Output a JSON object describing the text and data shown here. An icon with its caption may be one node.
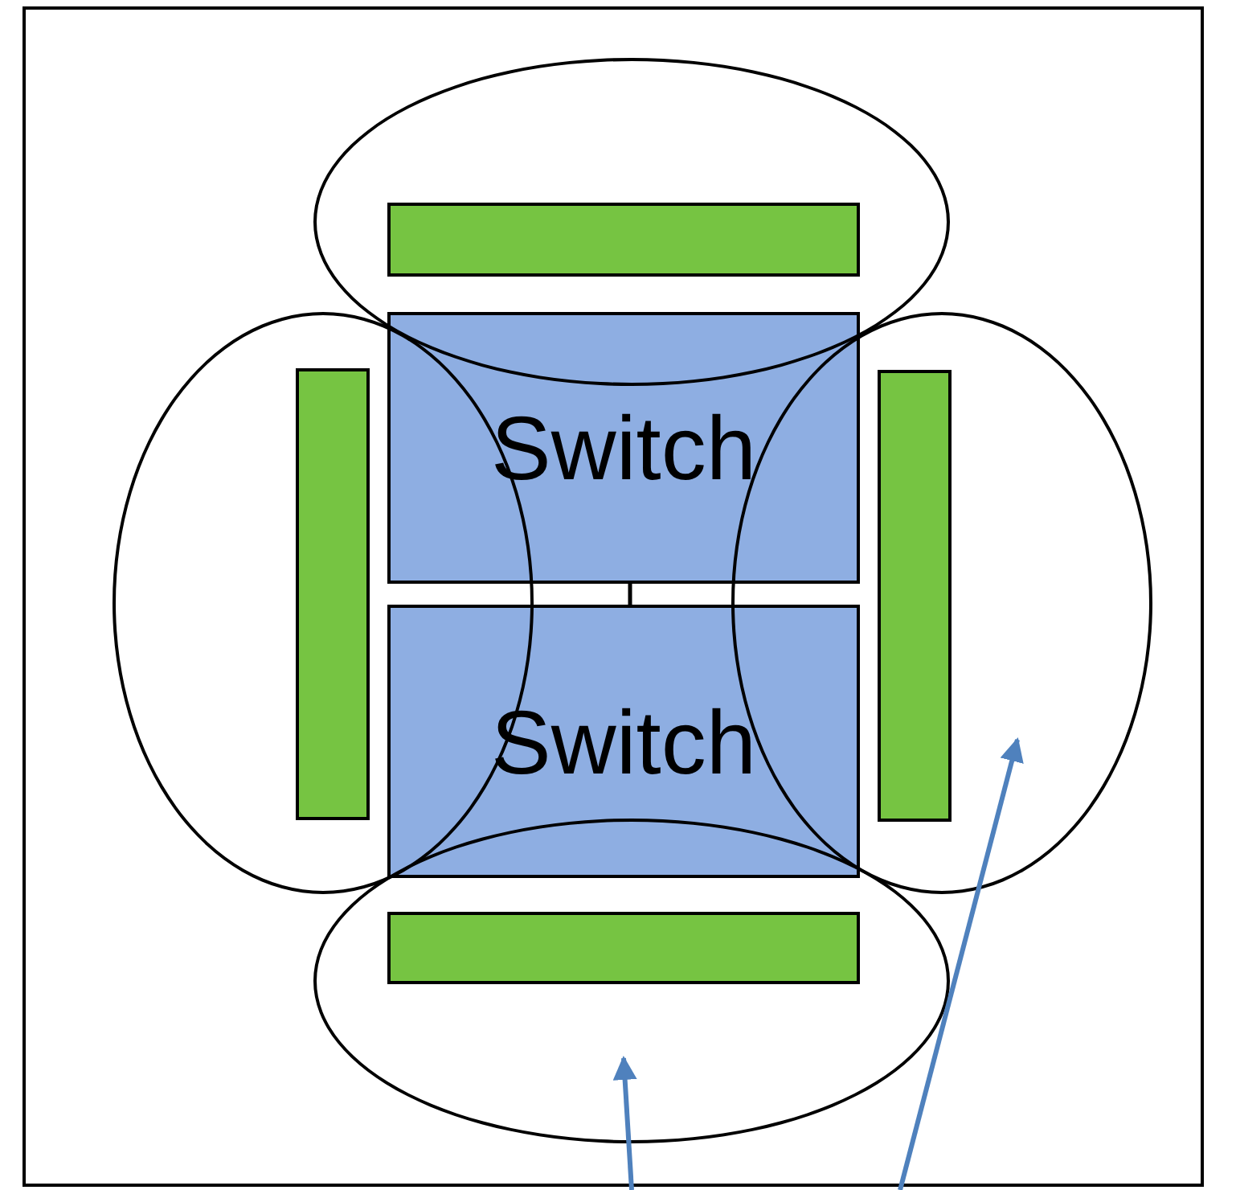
{
  "diagram": {
    "nodes": [
      {
        "text": [],
        "shape": "ellipse"
      },
      {
        "text": [],
        "shape": "bar",
        "in": 0
      },
      {
        "text": [
          "Switch"
        ]
      },
      {
        "text": [],
        "shape": "ellipse"
      },
      {
        "text": [],
        "shape": "bar",
        "in": 3
      },
      {
        "text": [],
        "shape": "ellipse"
      },
      {
        "text": [],
        "shape": "bar",
        "in": 5
      },
      {
        "text": [
          "Switch"
        ]
      },
      {
        "text": [],
        "shape": "ellipse"
      },
      {
        "text": [],
        "shape": "bar",
        "in": 8
      }
    ],
    "edges": [
      {
        "from": 2,
        "to": 7,
        "arrow": "none"
      }
    ]
  }
}
